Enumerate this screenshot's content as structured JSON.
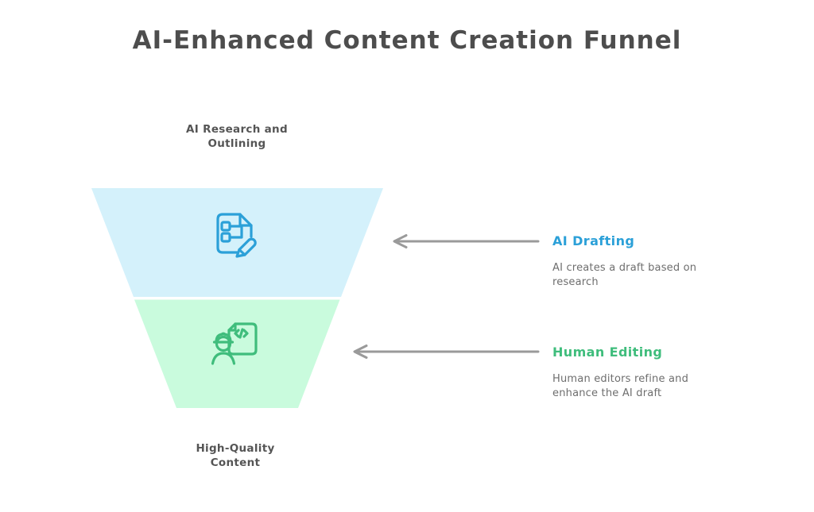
{
  "title": "AI-Enhanced Content Creation Funnel",
  "colors": {
    "background": "#ffffff",
    "title_text": "#4d4d4d",
    "label_text": "#555555",
    "body_text": "#6e6e6e",
    "accent_blue": "#2ba0d8",
    "accent_green": "#3fbd7c",
    "funnel_top_fill": "#d4f1fb",
    "funnel_bottom_fill": "#c9fbdd",
    "arrow_gray": "#9a9a9a"
  },
  "funnel": {
    "input_label": "AI Research and\nOutlining",
    "output_label": "High-Quality\nContent",
    "stages": [
      {
        "name": "AI Drafting",
        "icon": "document-flowchart-pencil-icon",
        "fill": "#d4f1fb",
        "accent": "#2ba0d8"
      },
      {
        "name": "Human Editing",
        "icon": "engineer-code-document-icon",
        "fill": "#c9fbdd",
        "accent": "#3fbd7c"
      }
    ]
  },
  "annotations": [
    {
      "heading": "AI Drafting",
      "description": "AI creates a draft based on\nresearch",
      "color": "#2ba0d8"
    },
    {
      "heading": "Human Editing",
      "description": "Human editors refine and\nenhance the AI draft",
      "color": "#3fbd7c"
    }
  ]
}
